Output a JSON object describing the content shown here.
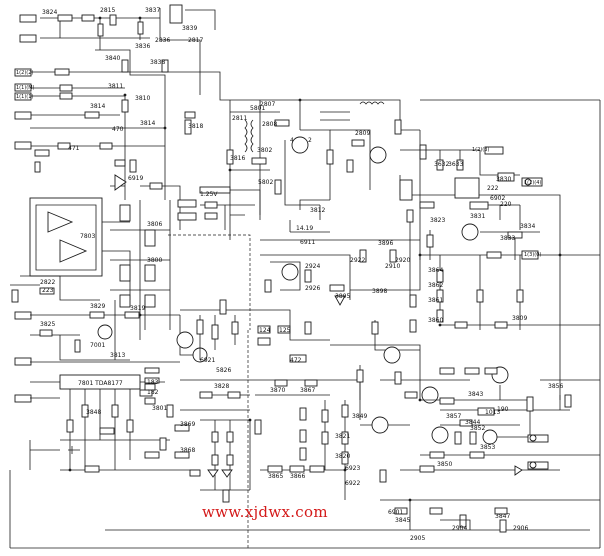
{
  "watermark": {
    "text": "www.xjdwx.com",
    "color": "#d41a1a"
  },
  "diagram": {
    "type": "electronic circuit schematic",
    "labels": {
      "r3824": "3824",
      "c2815": "2815",
      "r3837": "3837",
      "r3836": "3836",
      "r3840": "3840",
      "c2836": "2836",
      "r3838": "3838",
      "r3839": "3839",
      "c2817": "2817",
      "r3811": "3811",
      "r3810": "3810",
      "r3814": "3814",
      "c2808": "2808",
      "c2807": "2807",
      "r3816": "3816",
      "r3802": "3802",
      "r3814b": "3814",
      "r3818": "3818",
      "r3812": "3812",
      "d6902": "6902",
      "c2811": "2811",
      "r3823": "3823",
      "r3831": "3831",
      "c2809": "2809",
      "c2910": "2910",
      "r3819": "3819",
      "r3800": "3800",
      "r3806": "3806",
      "d6919": "6919",
      "r3829": "3829",
      "c2822": "2822",
      "r3825": "3825",
      "q7001": "7001",
      "r3813": "3813",
      "r3848": "3848",
      "r3869": "3869",
      "r3868": "3868",
      "r3801": "3801",
      "r3865": "3865",
      "r3866": "3866",
      "r3870": "3870",
      "r3867": "3867",
      "r3850": "3850",
      "r3853": "3853",
      "r3852": "3852",
      "r3805": "3805",
      "r3809": "3809",
      "r3860": "3860",
      "r3861": "3861",
      "r3862": "3862",
      "r3864": "3864",
      "r3857": "3857",
      "r3843": "3843",
      "r3844": "3844",
      "r3830": "3830",
      "r3833": "3833",
      "r3834": "3834",
      "r3856": "3856",
      "r3845": "3845",
      "r3847": "3847",
      "c2905": "2905",
      "c2906": "2906",
      "c2904": "2904",
      "r3849": "3849",
      "r3821": "3821",
      "r3820": "3820",
      "d6921": "6921",
      "d6922": "6922",
      "d6923": "6923",
      "c2920": "2920",
      "c2922": "2922",
      "c2924": "2924",
      "c2926": "2926",
      "ic7801": "7801 TDA8177",
      "ic7803": "7803",
      "r3896": "3896",
      "r3898": "3898",
      "t5802": "5802",
      "t5801": "5801",
      "node_125v": "1.25V",
      "node_1419": "14.19",
      "tag_470": "470",
      "tag_471": "471",
      "tag_472": "472",
      "tag_182": "182",
      "tag_183": "183",
      "tag_220": "220",
      "tag_222": "222",
      "tag_190": "190",
      "tag_124": "124",
      "tag_125": "125",
      "tag_223": "223",
      "tag_1013": "1013",
      "tag_4": "4",
      "tag_2": "2",
      "conn_left1": "1(2)(2)",
      "conn_left2": "1(1)(M)",
      "conn_left3": "1(1)(1)",
      "conn_right1": "1(2)(3)",
      "conn_right2": "1(2)(4)",
      "conn_right3": "1(3)(0)",
      "rail_3633": "3633",
      "rail_3632": "3632",
      "rail_6911": "6911",
      "rail_6901": "6901",
      "rail_5826": "5826",
      "rail_3828": "3828"
    }
  }
}
